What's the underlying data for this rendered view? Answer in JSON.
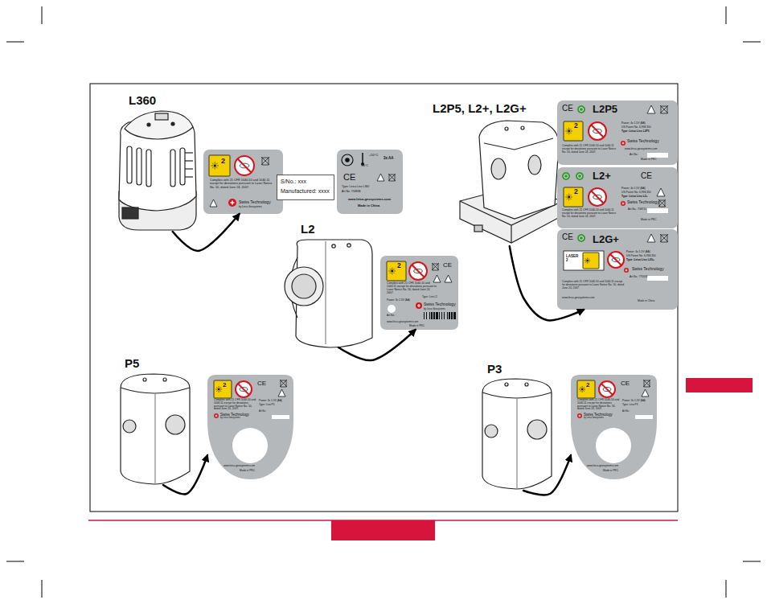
{
  "diagram": {
    "nodes": [
      {
        "text": [
          "L360"
        ]
      },
      {
        "text": [
          "2",
          "Complies with 21 CFR 1040.10 and 1040.11 except for deviations pursuant to Laser Notice No. 50, dated June 24, 2007.",
          "Swiss Technology",
          "by Leica Geosystems"
        ]
      },
      {
        "text": [
          "S/No.: xxx",
          "Manufactured: xxxx"
        ]
      },
      {
        "text": [
          "-10°C",
          "+50°C",
          "3x AA",
          "CE",
          "Type: Leica Lino L360",
          "Art.No. 758838",
          "www.leica-geosystems.com",
          "Made in China"
        ]
      },
      {
        "text": [
          "L2"
        ]
      },
      {
        "text": [
          "2",
          "CE",
          "Complies with 21 CFR 1040.10 and 1040.11 except for deviations pursuant to Laser Notice No. 50, dated June 24, 2007.",
          "Power: 3x 1.5V (AA)",
          "Type: Lino L2",
          "Swiss Technology",
          "by Leica Geosystems",
          "Art.No.:",
          "www.leica-geosystems.com",
          "Made in PRC"
        ]
      },
      {
        "text": [
          "L2P5, L2+, L2G+"
        ]
      },
      {
        "text": [
          "CE",
          "L2P5",
          "2",
          "Power: 4x 1.5V (AA)",
          "US Patent No. 6,938,350",
          "Type: Leica Lino L2P5",
          "Swiss Technology",
          "Complies with 21 CFR 1040.10 and 1040.11 except for deviations pursuant to Laser Notice No. 50, dated June 24, 2007.",
          "www.leica-geosystems.com",
          "Art.No.:",
          "Made in PRC"
        ]
      },
      {
        "text": [
          "L2+",
          "CE",
          "2",
          "Power: 4x 1.5V (AA)",
          "US Patent No. 6,938,350",
          "Type: Leica Lino L2+",
          "Swiss Technology",
          "Art.No.: 758711",
          "Complies with 21 CFR 1040.10 and 1040.11 except for deviations pursuant to Laser Notice No. 50, dated June 24, 2007.",
          "Made in PRC"
        ]
      },
      {
        "text": [
          "CE",
          "L2G+",
          "LASER 2",
          "Power: 4x 1.5V (AA)",
          "US Patent No. 6,938,350",
          "Type: Leica Lino L2G+",
          "Swiss Technology",
          "Art.No.: 775018",
          "Complies with 21 CFR 1040.10 and 1040.11 except for deviations pursuant to Laser Notice No. 50, dated June 24, 2007.",
          "www.leica-geosystems.com",
          "Made in China"
        ]
      },
      {
        "text": [
          "P5"
        ]
      },
      {
        "text": [
          "2",
          "CE",
          "Complies with 21 CFR 1040.10 and 1040.11 except for deviations pursuant to Laser Notice No. 50, dated June 24, 2007.",
          "Power: 3x 1.5V (AA)",
          "Type: Lino P5",
          "Swiss Technology",
          "by Leica Geosystems",
          "Art.No.:",
          "www.leica-geosystems.com",
          "Made in PRC"
        ]
      },
      {
        "text": [
          "P3"
        ]
      },
      {
        "text": [
          "2",
          "CE",
          "Complies with 21 CFR 1040.10 and 1040.11 except for deviations pursuant to Laser Notice No. 50, dated June 24, 2007.",
          "Power: 3x 1.5V (AA)",
          "Type: Lino P3",
          "Swiss Technology",
          "by Leica Geosystems",
          "Art.No.:",
          "www.leica-geosystems.com",
          "Made in PRC"
        ]
      }
    ],
    "edges": [
      {
        "from": 0,
        "to": 1,
        "arrow": "to"
      },
      {
        "from": 4,
        "to": 5,
        "arrow": "to"
      },
      {
        "from": 6,
        "to": 9,
        "arrow": "to"
      },
      {
        "from": 10,
        "to": 11,
        "arrow": "to"
      },
      {
        "from": 12,
        "to": 13,
        "arrow": "to"
      }
    ]
  }
}
